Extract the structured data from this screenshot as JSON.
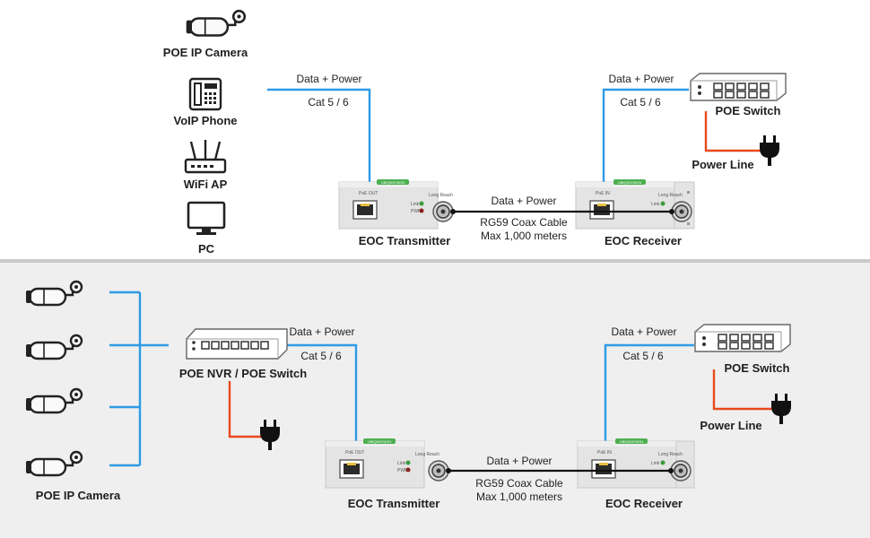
{
  "top": {
    "devices": {
      "camera": "POE IP Camera",
      "phone": "VoIP Phone",
      "wifi": "WiFi AP",
      "pc": "PC"
    },
    "left_link": {
      "line1": "Data + Power",
      "line2": "Cat 5 / 6"
    },
    "right_link": {
      "line1": "Data + Power",
      "line2": "Cat 5 / 6"
    },
    "coax": {
      "line1": "Data + Power",
      "line2": "RG59 Coax Cable",
      "line3": "Max 1,000 meters"
    },
    "transmitter": "EOC Transmitter",
    "receiver": "EOC Receiver",
    "switch": "POE Switch",
    "power_line": "Power Line"
  },
  "bottom": {
    "camera_label": "POE IP Camera",
    "nvr": "POE NVR / POE Switch",
    "left_link": {
      "line1": "Data + Power",
      "line2": "Cat 5 / 6"
    },
    "right_link": {
      "line1": "Data + Power",
      "line2": "Cat 5 / 6"
    },
    "coax": {
      "line1": "Data + Power",
      "line2": "RG59 Coax Cable",
      "line3": "Max 1,000 meters"
    },
    "transmitter": "EOC Transmitter",
    "receiver": "EOC Receiver",
    "switch": "POE Switch",
    "power_line": "Power Line"
  },
  "device_text": {
    "brand": "UBIQNVISION",
    "poe_out": "PoE OUT",
    "poe_in": "PoE IN",
    "long_reach": "Long Reach",
    "link": "Link",
    "pwr": "PWR"
  },
  "colors": {
    "cat_cable": "#2d9be6",
    "power_cable": "#e8491d",
    "coax_cable": "#111111",
    "brand_green": "#4caf50"
  }
}
